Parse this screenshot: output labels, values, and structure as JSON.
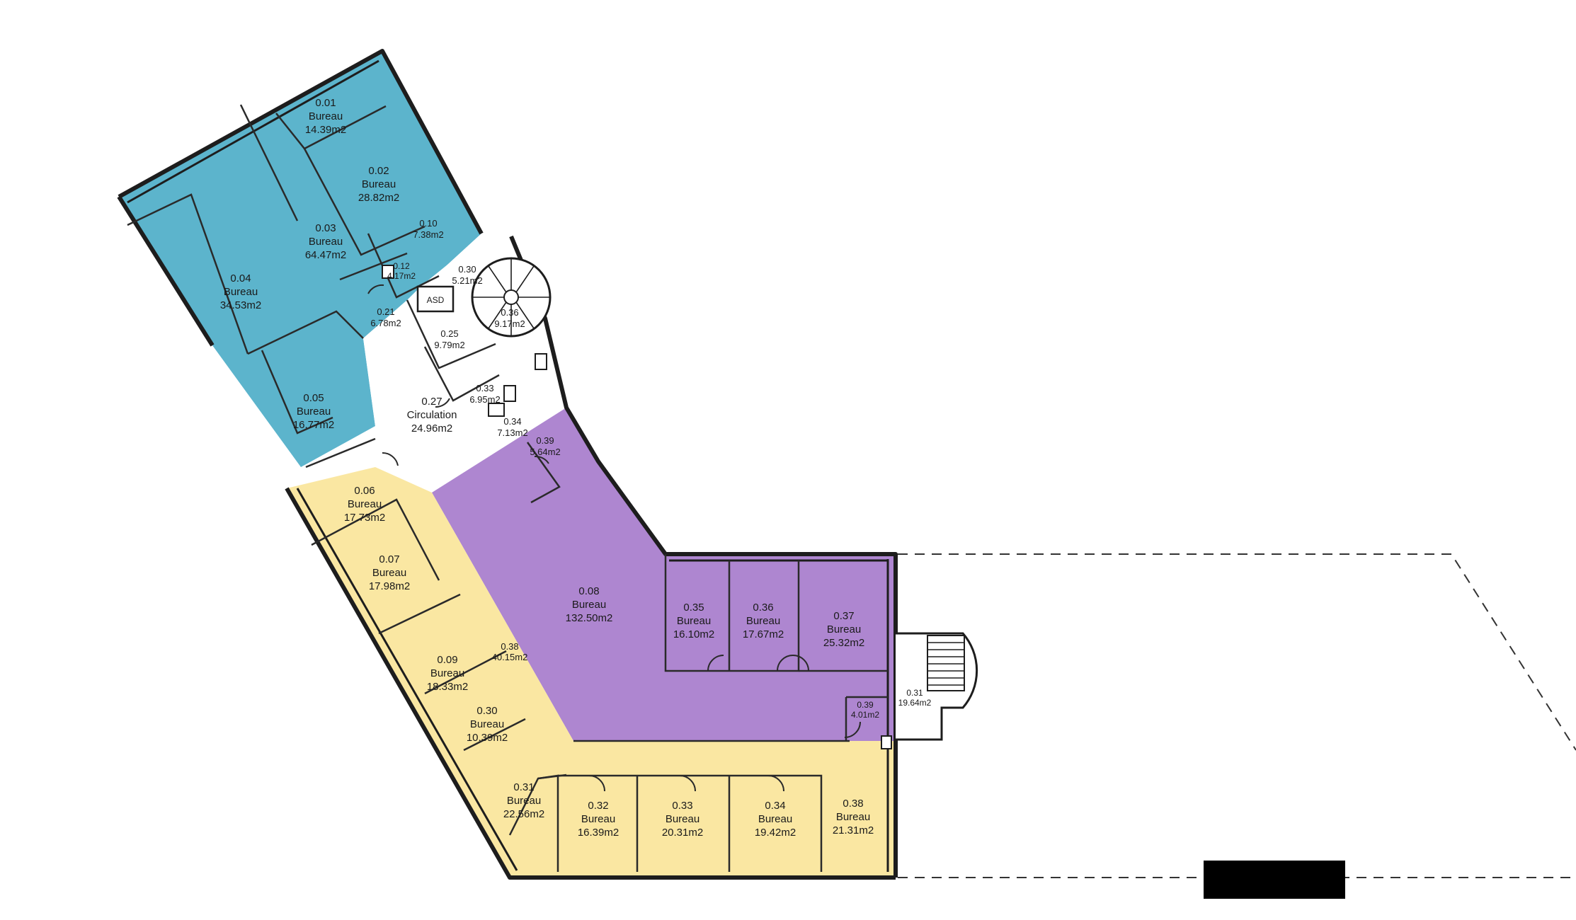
{
  "zone_colors": {
    "blue": "#5cb4cc",
    "yellow": "#fae7a2",
    "purple": "#ae86d0",
    "white": "#ffffff"
  },
  "rooms": [
    {
      "id": "r001",
      "number": "0.01",
      "type": "Bureau",
      "area": "14.39m2"
    },
    {
      "id": "r002",
      "number": "0.02",
      "type": "Bureau",
      "area": "28.82m2"
    },
    {
      "id": "r003",
      "number": "0.03",
      "type": "Bureau",
      "area": "64.47m2"
    },
    {
      "id": "r004",
      "number": "0.04",
      "type": "Bureau",
      "area": "34.53m2"
    },
    {
      "id": "r005",
      "number": "0.05",
      "type": "Bureau",
      "area": "16.77m2"
    },
    {
      "id": "r010",
      "number": "0.10",
      "type": "",
      "area": "7.38m2"
    },
    {
      "id": "r012",
      "number": "0.12",
      "type": "",
      "area": "4.17m2"
    },
    {
      "id": "r021",
      "number": "0.21",
      "type": "",
      "area": "6.78m2"
    },
    {
      "id": "r030a",
      "number": "0.30",
      "type": "",
      "area": "5.21m2"
    },
    {
      "id": "r036a",
      "number": "0.36",
      "type": "",
      "area": "9.17m2"
    },
    {
      "id": "r025",
      "number": "0.25",
      "type": "",
      "area": "9.79m2"
    },
    {
      "id": "r033a",
      "number": "0.33",
      "type": "",
      "area": "6.95m2"
    },
    {
      "id": "r034a",
      "number": "0.34",
      "type": "",
      "area": "7.13m2"
    },
    {
      "id": "r027",
      "number": "0.27",
      "type": "Circulation",
      "area": "24.96m2"
    },
    {
      "id": "r039a",
      "number": "0.39",
      "type": "",
      "area": "5.64m2"
    },
    {
      "id": "r006",
      "number": "0.06",
      "type": "Bureau",
      "area": "17.73m2"
    },
    {
      "id": "r007",
      "number": "0.07",
      "type": "Bureau",
      "area": "17.98m2"
    },
    {
      "id": "r009",
      "number": "0.09",
      "type": "Bureau",
      "area": "18.33m2"
    },
    {
      "id": "r030b",
      "number": "0.30",
      "type": "Bureau",
      "area": "10.39m2"
    },
    {
      "id": "r031a",
      "number": "0.31",
      "type": "Bureau",
      "area": "22.56m2"
    },
    {
      "id": "r032",
      "number": "0.32",
      "type": "Bureau",
      "area": "16.39m2"
    },
    {
      "id": "r033b",
      "number": "0.33",
      "type": "Bureau",
      "area": "20.31m2"
    },
    {
      "id": "r034b",
      "number": "0.34",
      "type": "Bureau",
      "area": "19.42m2"
    },
    {
      "id": "r038a",
      "number": "0.38",
      "type": "Bureau",
      "area": "21.31m2"
    },
    {
      "id": "r038b",
      "number": "0.38",
      "type": "",
      "area": "40.15m2"
    },
    {
      "id": "r008",
      "number": "0.08",
      "type": "Bureau",
      "area": "132.50m2"
    },
    {
      "id": "r035",
      "number": "0.35",
      "type": "Bureau",
      "area": "16.10m2"
    },
    {
      "id": "r036b",
      "number": "0.36",
      "type": "Bureau",
      "area": "17.67m2"
    },
    {
      "id": "r037",
      "number": "0.37",
      "type": "Bureau",
      "area": "25.32m2"
    },
    {
      "id": "r039b",
      "number": "0.39",
      "type": "",
      "area": "4.01m2"
    },
    {
      "id": "r031b",
      "number": "0.31",
      "type": "",
      "area": "19.64m2"
    }
  ],
  "asd_label": "ASD"
}
